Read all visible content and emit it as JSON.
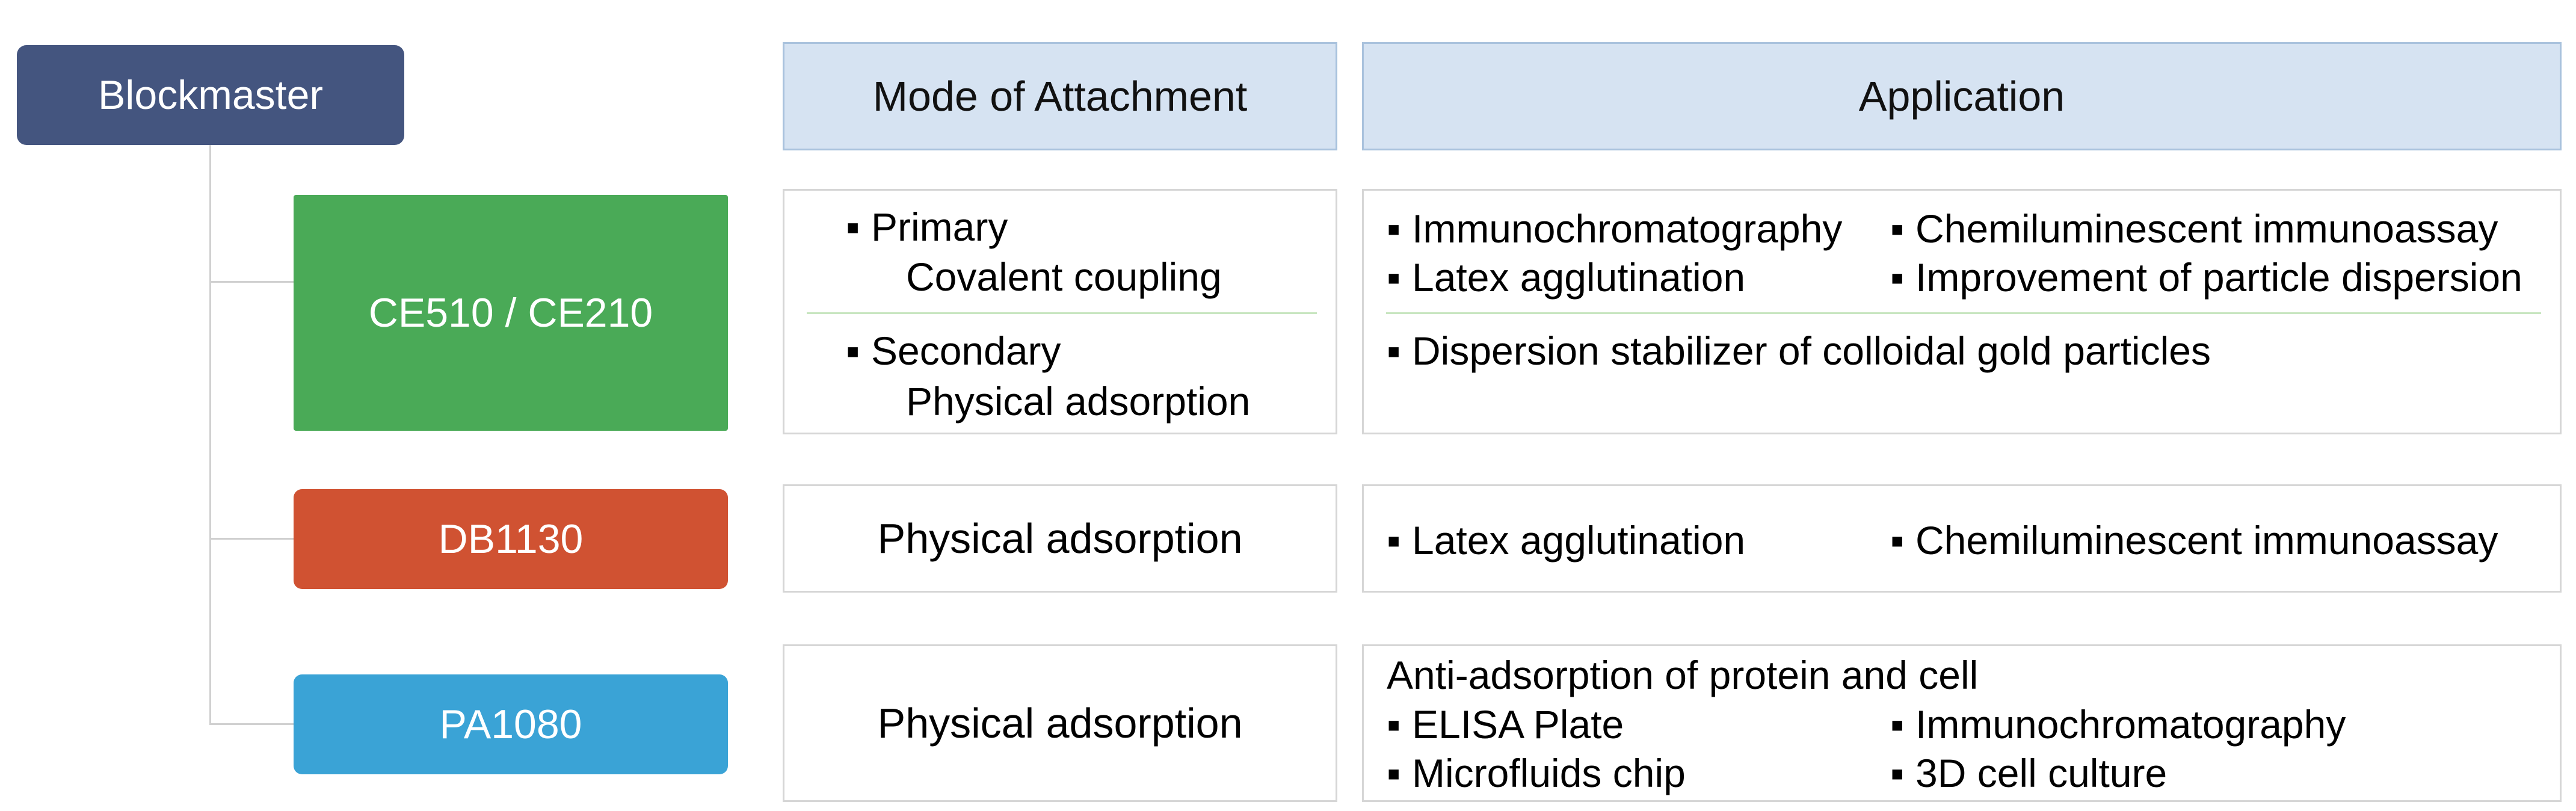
{
  "root": {
    "label": "Blockmaster",
    "color": "#44557f"
  },
  "headers": {
    "mode": "Mode of Attachment",
    "application": "Application"
  },
  "bullet_symbol": "▪",
  "rows": [
    {
      "product": "CE510 / CE210",
      "color": "#4aaa57",
      "mode": {
        "primary": {
          "title": "Primary",
          "detail": "Covalent coupling"
        },
        "secondary": {
          "title": "Secondary",
          "detail": "Physical adsorption"
        }
      },
      "application": {
        "top_left": [
          "Immunochromatography",
          "Latex agglutination"
        ],
        "top_right": [
          "Chemiluminescent immunoassay",
          "Improvement of particle dispersion"
        ],
        "bottom": "Dispersion stabilizer of colloidal gold particles"
      }
    },
    {
      "product": "DB1130",
      "color": "#d05232",
      "mode": "Physical adsorption",
      "application": {
        "left": "Latex agglutination",
        "right": "Chemiluminescent immunoassay"
      }
    },
    {
      "product": "PA1080",
      "color": "#3aa3d6",
      "mode": "Physical adsorption",
      "application": {
        "heading": "Anti-adsorption of protein and cell",
        "left": [
          "ELISA Plate",
          "Microfluids chip"
        ],
        "right": [
          "Immunochromatography",
          "3D cell culture"
        ]
      }
    }
  ]
}
